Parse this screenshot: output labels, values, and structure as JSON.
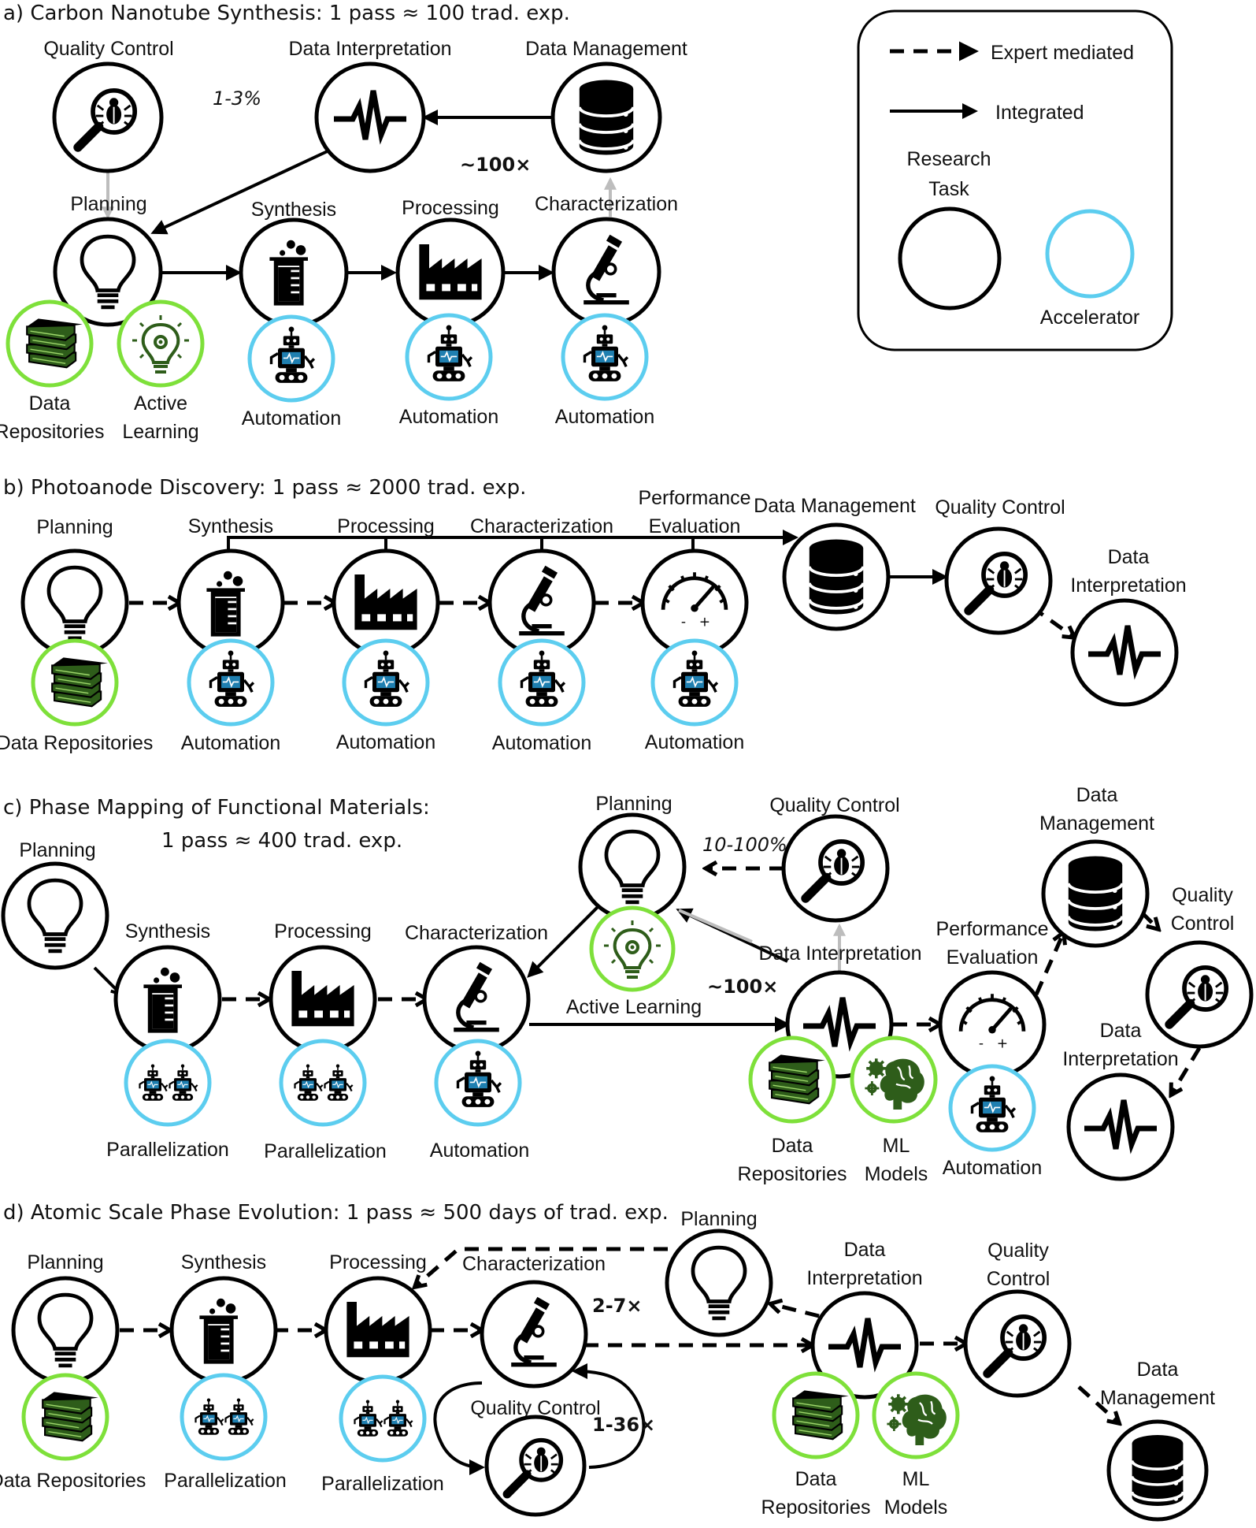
{
  "panels": {
    "a": {
      "title": "a) Carbon Nanotube Synthesis: 1 pass ≈ 100 trad. exp.",
      "ann_pct": "1-3%",
      "ann_mult": "~100×"
    },
    "b": {
      "title": "b) Photoanode Discovery: 1 pass ≈ 2000 trad. exp."
    },
    "c": {
      "title_line1": "c) Phase Mapping of Functional Materials:",
      "title_line2": "1 pass ≈ 400 trad. exp.",
      "ann_pct": "10-100%",
      "ann_mult": "~100×"
    },
    "d": {
      "title": "d) Atomic Scale Phase Evolution: 1 pass ≈ 500 days of trad. exp.",
      "ann_char": "2-7×",
      "ann_qc": "1-36×"
    }
  },
  "labels": {
    "planning": "Planning",
    "synthesis": "Synthesis",
    "processing": "Processing",
    "characterization": "Characterization",
    "quality_control": "Quality Control",
    "data_interpretation": "Data Interpretation",
    "data_management": "Data Management",
    "performance": "Performance",
    "evaluation": "Evaluation",
    "performance_evaluation": "Performance Evaluation",
    "data": "Data",
    "management": "Management",
    "interpretation": "Interpretation",
    "quality": "Quality",
    "control": "Control",
    "repositories": "Repositories",
    "data_repositories": "Data Repositories",
    "active": "Active",
    "learning": "Learning",
    "active_learning": "Active Learning",
    "automation": "Automation",
    "parallelization": "Parallelization",
    "ml": "ML",
    "models": "Models"
  },
  "legend": {
    "expert": "Expert mediated",
    "integrated": "Integrated",
    "research": "Research",
    "task": "Task",
    "accelerator": "Accelerator"
  },
  "colors": {
    "automation_ring": "#5ccdef",
    "knowledge_ring": "#7ee03a",
    "robot_screen": "#1f7fb0",
    "ai_icon": "#2e5d1a"
  },
  "icons": [
    "lightbulb-icon",
    "beaker-icon",
    "factory-icon",
    "microscope-icon",
    "database-icon",
    "bug-magnifier-icon",
    "waveform-icon",
    "gauge-icon",
    "robot-icon",
    "books-icon",
    "ai-bulb-icon",
    "brain-gears-icon"
  ]
}
